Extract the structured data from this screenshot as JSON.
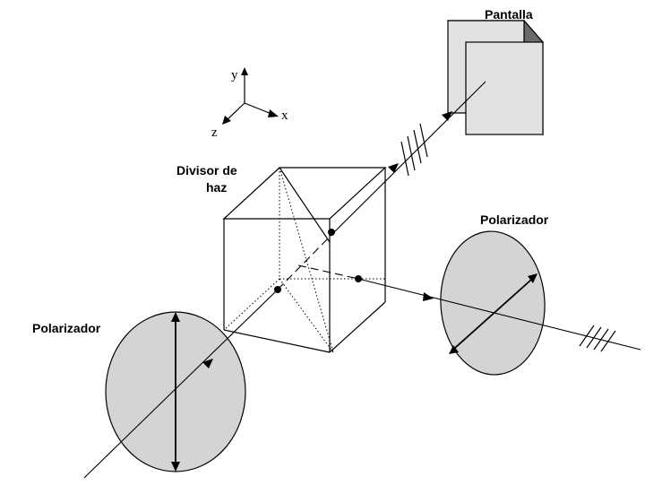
{
  "labels": {
    "screen": "Pantalla",
    "beam_splitter_line1": "Divisor de",
    "beam_splitter_line2": "haz",
    "polarizer_right": "Polarizador",
    "polarizer_left": "Polarizador"
  },
  "axes": {
    "y": "y",
    "x": "x",
    "z": "z"
  },
  "colors": {
    "stroke": "#000000",
    "polarizer_fill": "#d4d4d4",
    "screen_front": "#e2e2e2",
    "screen_side": "#6a6a6a",
    "screen_top": "#9a9a9a"
  }
}
